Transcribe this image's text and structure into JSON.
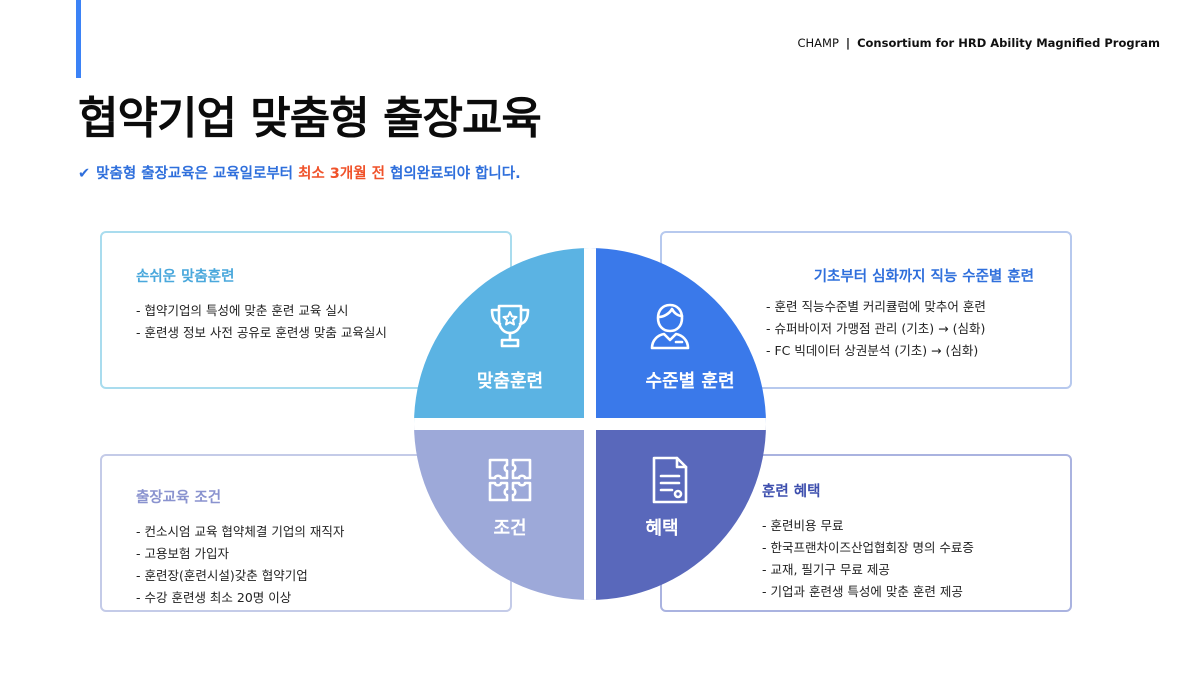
{
  "header": {
    "brand_short": "CHAMP",
    "brand_sep": "|",
    "brand_full": "Consortium for HRD Ability Magnified Program"
  },
  "title": "협약기업 맞춤형 출장교육",
  "notice": {
    "check": "✔",
    "before": "맞춤형 출장교육은 교육일로부터 ",
    "highlight": "최소 3개월 전",
    "after": " 협의완료되야 합니다."
  },
  "quadrants": {
    "top_left": {
      "label": "맞춤훈련",
      "icon": "trophy-icon",
      "color": "#5bb3e3"
    },
    "top_right": {
      "label": "수준별 훈련",
      "icon": "person-icon",
      "color": "#3a79ea"
    },
    "bottom_left": {
      "label": "조건",
      "icon": "puzzle-icon",
      "color": "#9da9d9"
    },
    "bottom_right": {
      "label": "혜택",
      "icon": "document-icon",
      "color": "#5968bb"
    }
  },
  "cards": {
    "top_left": {
      "title": "손쉬운 맞춤훈련",
      "items": [
        "- 협약기업의 특성에 맞춘 훈련 교육 실시",
        "- 훈련생 정보 사전 공유로 훈련생 맞춤 교육실시"
      ]
    },
    "top_right": {
      "title": "기초부터 심화까지 직능 수준별 훈련",
      "items": [
        "- 훈련 직능수준별 커리큘럼에 맞추어 훈련",
        "- 슈퍼바이저 가맹점 관리 (기초) → (심화)",
        "- FC 빅데이터 상권분석 (기초) → (심화)"
      ]
    },
    "bottom_left": {
      "title": "출장교육 조건",
      "items": [
        "- 컨소시엄 교육 협약체결 기업의 재직자",
        "- 고용보험 가입자",
        "- 훈련장(훈련시설)갖춘 협약기업",
        "- 수강 훈련생 최소 20명 이상"
      ]
    },
    "bottom_right": {
      "title": "훈련 혜택",
      "items": [
        "- 훈련비용 무료",
        "- 한국프랜차이즈산업협회장 명의 수료증",
        "- 교재, 필기구 무료 제공",
        "- 기업과 훈련생 특성에 맞춘 훈련 제공"
      ]
    }
  }
}
